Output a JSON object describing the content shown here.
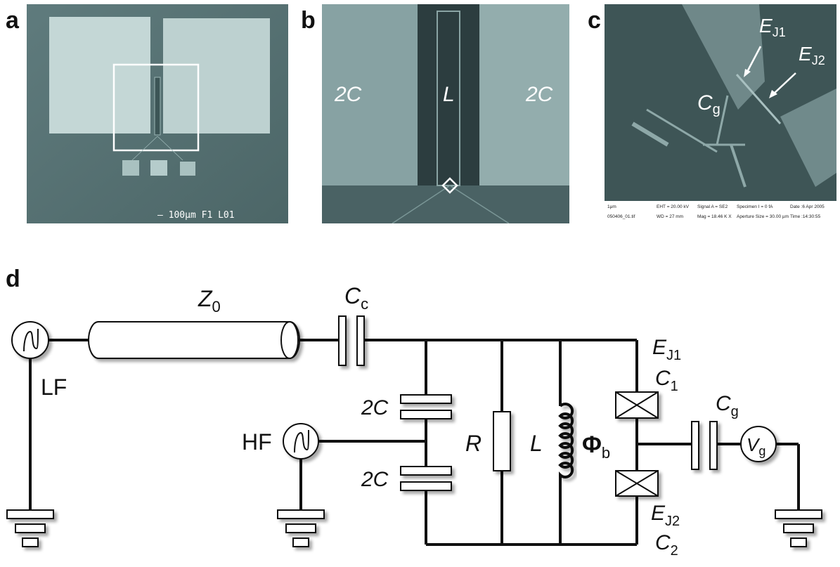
{
  "panels": {
    "a": {
      "label": "a",
      "scale_text": "— 100μm F1 L01"
    },
    "b": {
      "label": "b",
      "left_label": "2C",
      "center_label": "L",
      "right_label": "2C"
    },
    "c": {
      "label": "c",
      "ej1": "E",
      "ej1_sub": "J1",
      "ej2": "E",
      "ej2_sub": "J2",
      "cg": "C",
      "cg_sub": "g",
      "footer": {
        "left_top": "1μm",
        "left_bottom": "050406_01.tif",
        "eht": "EHT = 20.00 kV",
        "wd": "WD = 27 mm",
        "signal": "Signal A = SE2",
        "mag": "Mag = 18.46 K X",
        "specimen": "Specimen I = 0 fA",
        "aperture": "Aperture Size = 30.00 µm",
        "date": "Date :6 Apr 2005",
        "time": "Time :14:30:55"
      }
    },
    "d": {
      "label": "d"
    }
  },
  "circuit": {
    "z0": "Z",
    "z0_sub": "0",
    "cc": "C",
    "cc_sub": "c",
    "lf": "LF",
    "hf": "HF",
    "two_c_top": "2C",
    "two_c_bottom": "2C",
    "r": "R",
    "l": "L",
    "phi": "Φ",
    "phi_sub": "b",
    "ej1": "E",
    "ej1_sub": "J1",
    "c1": "C",
    "c1_sub": "1",
    "ej2": "E",
    "ej2_sub": "J2",
    "c2": "C",
    "c2_sub": "2",
    "cg": "C",
    "cg_sub": "g",
    "vg": "V",
    "vg_sub": "g"
  }
}
